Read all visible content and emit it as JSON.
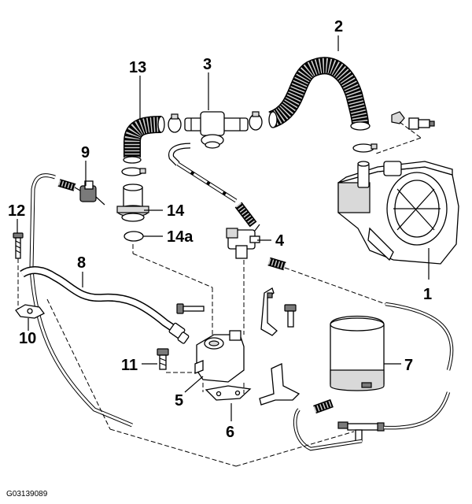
{
  "diagram": {
    "document_id": "G03139089",
    "callouts": {
      "c1": "1",
      "c2": "2",
      "c3": "3",
      "c4": "4",
      "c5": "5",
      "c6": "6",
      "c7": "7",
      "c8": "8",
      "c9": "9",
      "c10": "10",
      "c11": "11",
      "c12": "12",
      "c13": "13",
      "c14": "14",
      "c14a": "14a"
    }
  }
}
